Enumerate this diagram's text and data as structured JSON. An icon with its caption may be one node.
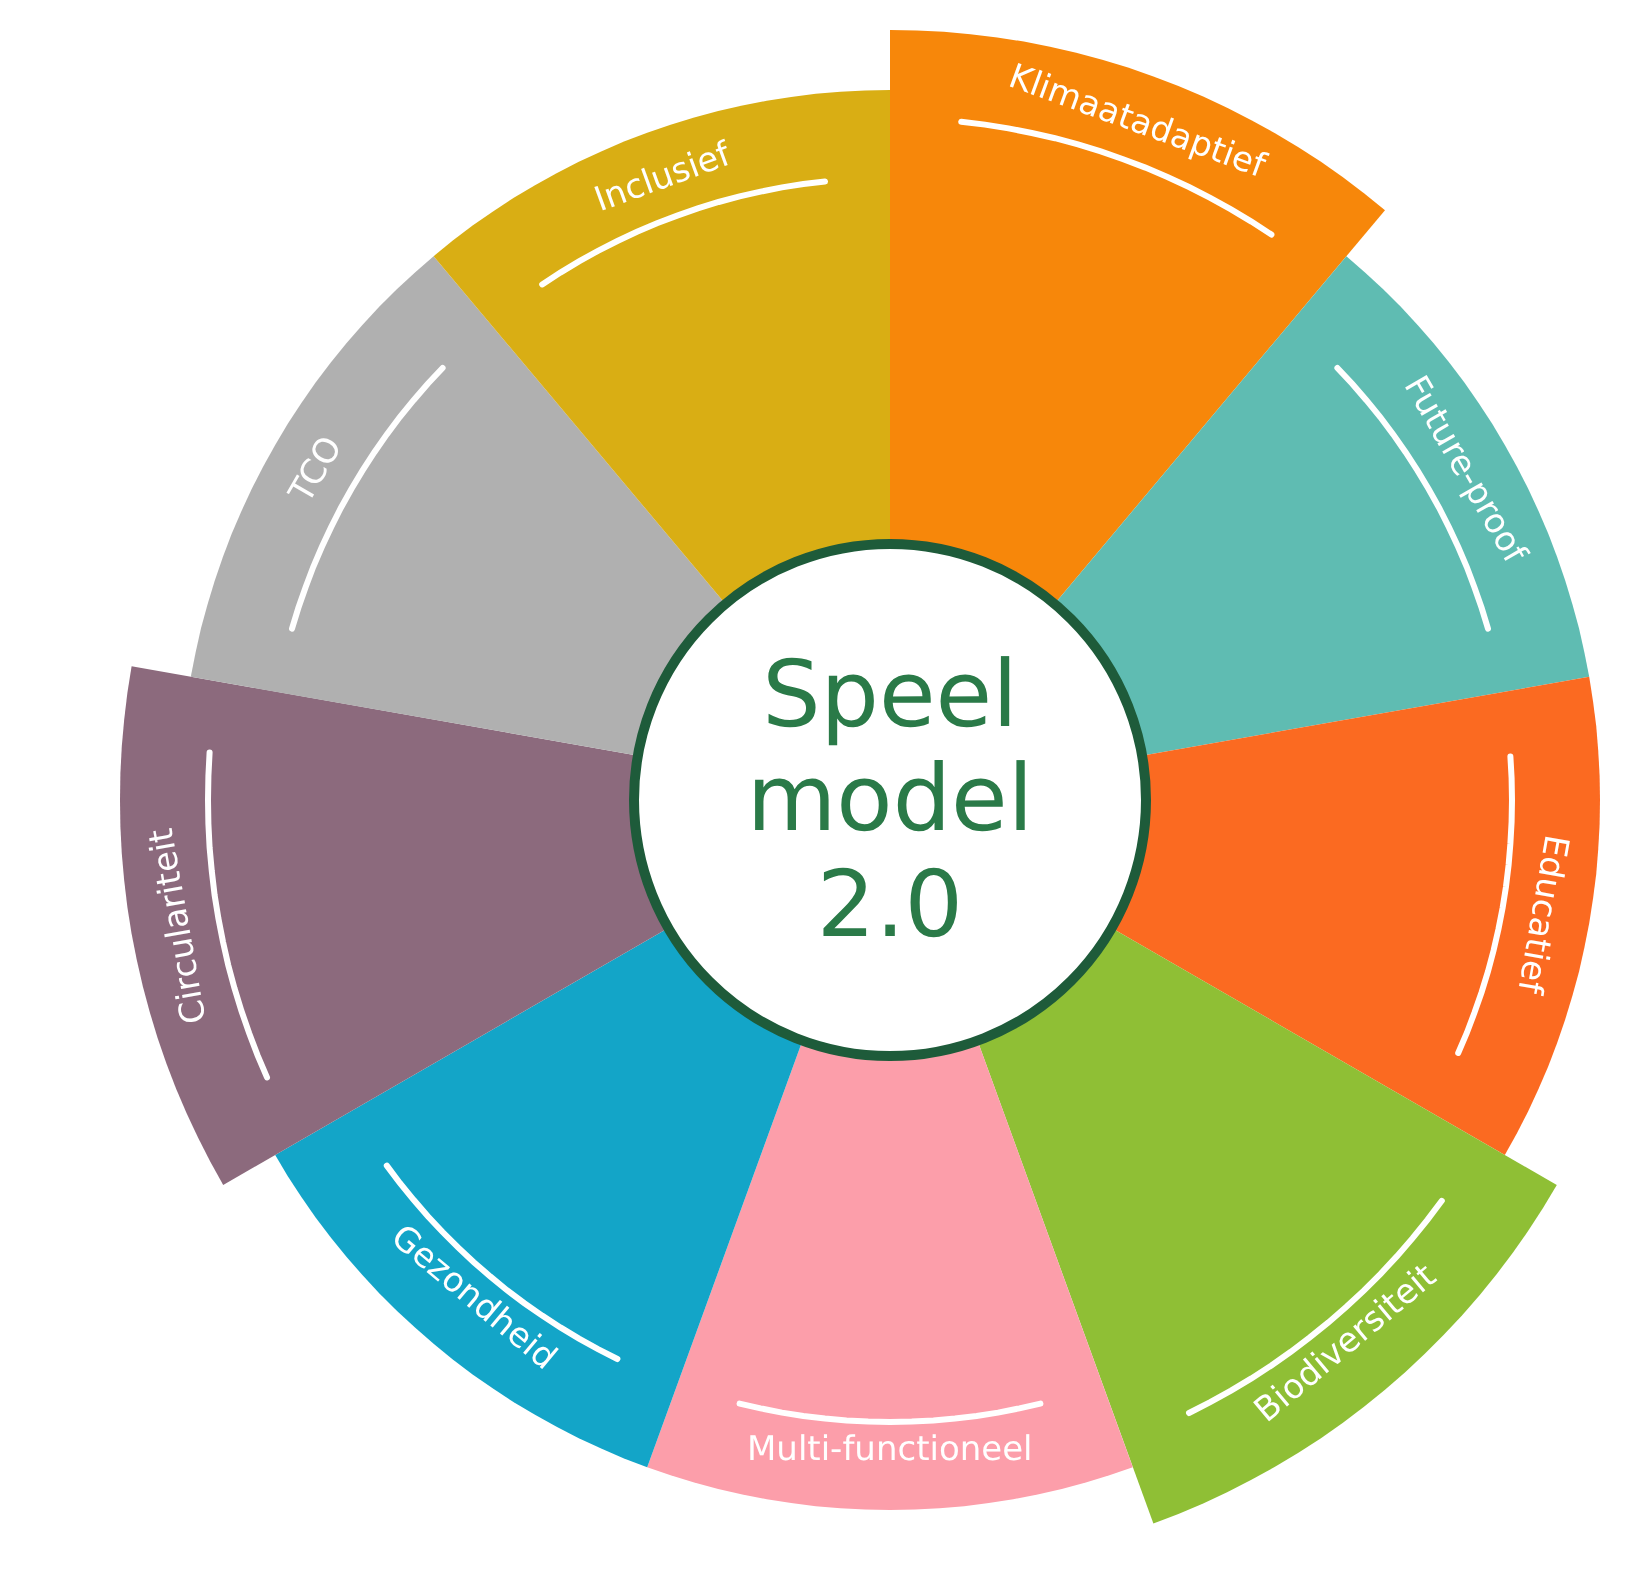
{
  "diagram": {
    "nodes": [
      {
        "text": [
          "Speel model 2.0"
        ]
      },
      {
        "text": [
          "Klimaatadaptief"
        ]
      },
      {
        "text": [
          "Future-proof"
        ]
      },
      {
        "text": [
          "Educatief"
        ]
      },
      {
        "text": [
          "Biodiversiteit"
        ]
      },
      {
        "text": [
          "Multi-functioneel"
        ]
      },
      {
        "text": [
          "Gezondheid"
        ]
      },
      {
        "text": [
          "Circulariteit"
        ]
      },
      {
        "text": [
          "TCO"
        ]
      },
      {
        "text": [
          "Inclusief"
        ]
      }
    ]
  }
}
